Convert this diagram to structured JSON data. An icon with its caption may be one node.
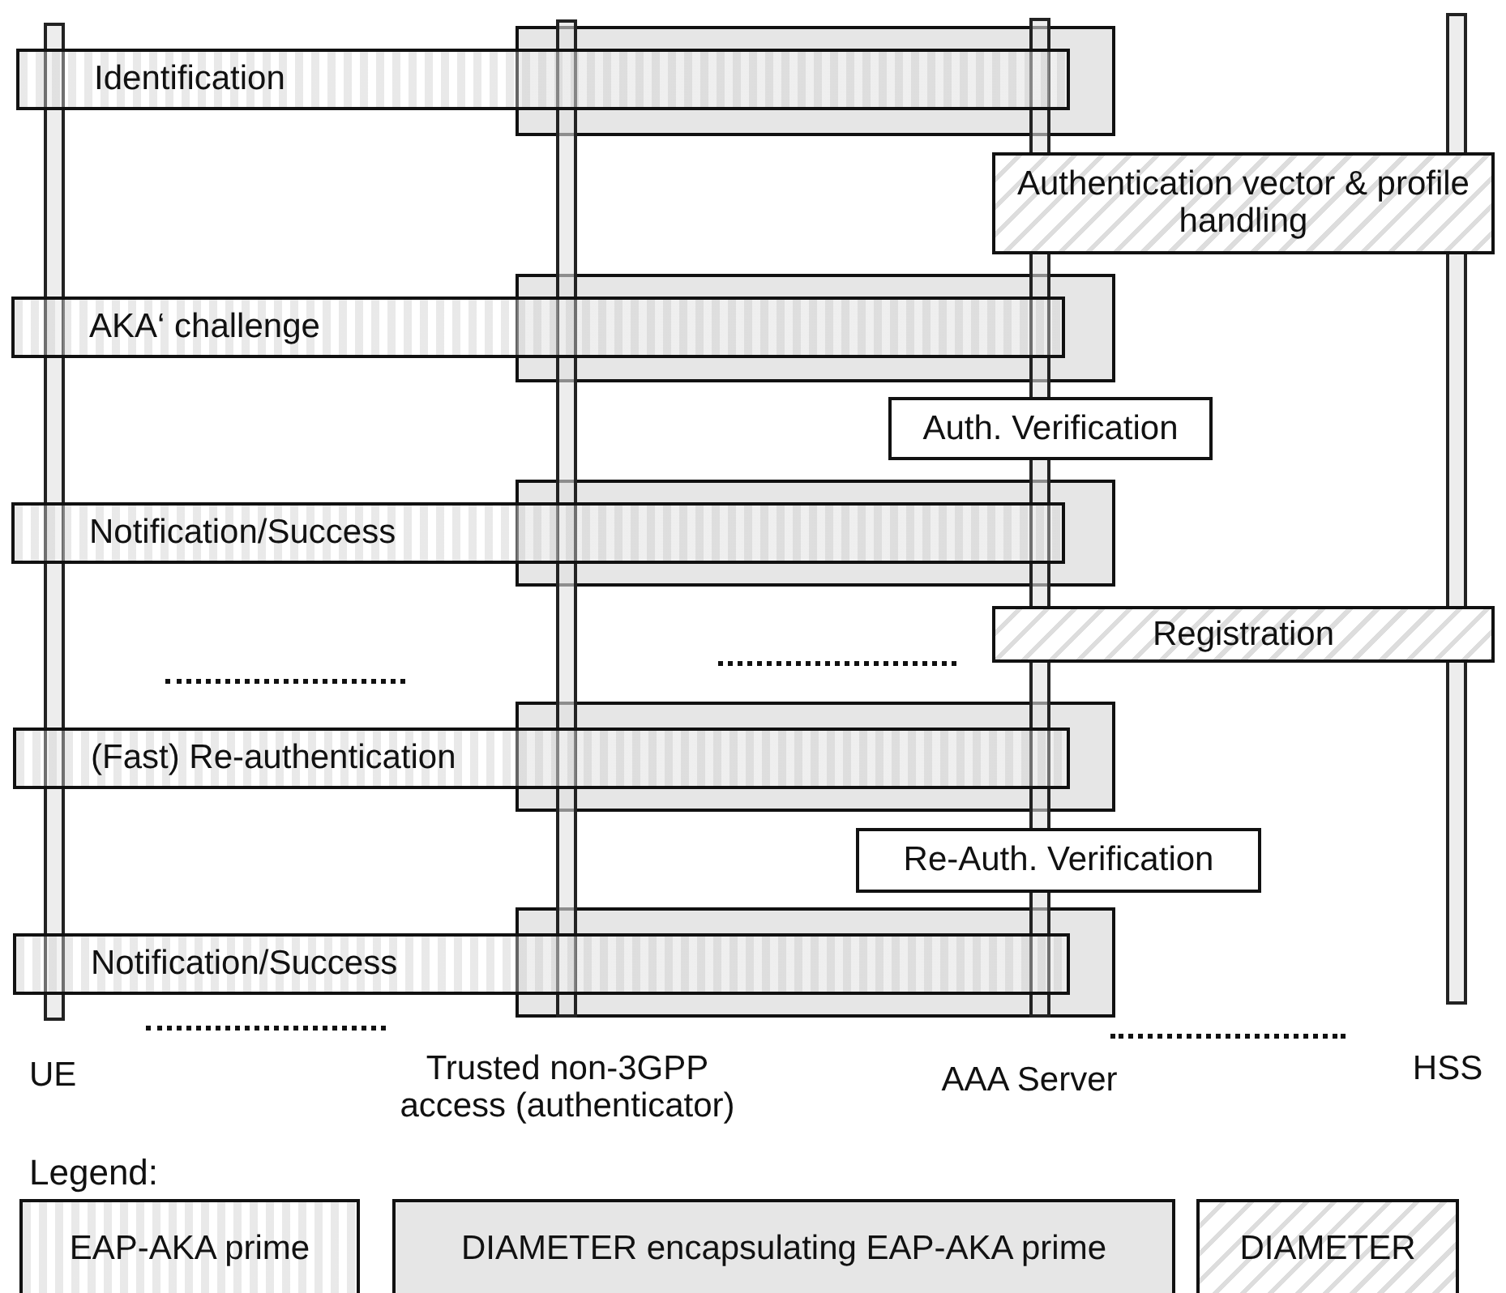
{
  "diagram": {
    "nodes": [
      {
        "text": [
          "UE"
        ]
      },
      {
        "text": [
          "Trusted non-3GPP access (authenticator)"
        ]
      },
      {
        "text": [
          "AAA Server"
        ]
      },
      {
        "text": [
          "HSS"
        ]
      },
      {
        "text": [],
        "shape": "box"
      },
      {
        "text": [
          "Identification"
        ]
      },
      {
        "text": [
          "Authentication vector & profile handling"
        ]
      },
      {
        "text": [],
        "shape": "box"
      },
      {
        "text": [
          "AKA‘ challenge"
        ]
      },
      {
        "text": [
          "Auth. Verification"
        ]
      },
      {
        "text": [],
        "shape": "box"
      },
      {
        "text": [
          "Notification/Success"
        ]
      },
      {
        "text": [
          "Registration"
        ]
      },
      {
        "text": [],
        "shape": "box"
      },
      {
        "text": [
          "(Fast) Re-authentication"
        ]
      },
      {
        "text": [
          "Re-Auth. Verification"
        ]
      },
      {
        "text": [],
        "shape": "box"
      },
      {
        "text": [
          "Notification/Success"
        ]
      }
    ],
    "labels": [
      "Legend:"
    ],
    "legend": [
      {
        "text": "EAP-AKA prime"
      },
      {
        "text": "DIAMETER encapsulating EAP-AKA prime",
        "color": "#e6e6e6"
      },
      {
        "text": "DIAMETER"
      }
    ]
  }
}
